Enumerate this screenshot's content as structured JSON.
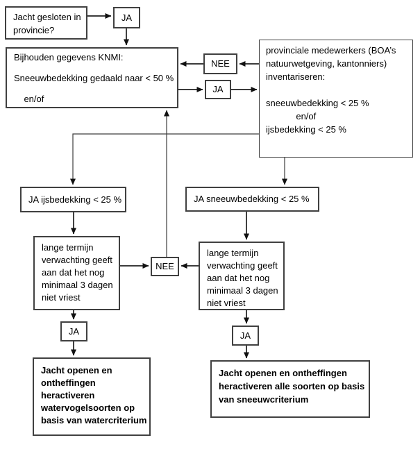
{
  "colors": {
    "box_border": "#404040",
    "line": "#1f1f1f",
    "background": "#ffffff",
    "text": "#000000"
  },
  "nodes": {
    "start": "Jacht gesloten in\nprovincie?",
    "ja_top": "JA",
    "knmi": "Bijhouden gegevens KNMI:\n\nSneeuwbedekking gedaald naar < 50 %\n\n    en/of",
    "nee_top": "NEE",
    "ja_mid": "JA",
    "provincial": "provinciale medewerkers (BOA’s\nnatuurwetgeving, kantonniers)\ninventariseren:\n\nsneeuwbedekking < 25 %\n            en/of\nijsbedekking < 25 %",
    "ja_ijs": "JA ijsbedekking < 25 %",
    "ja_sneeuw": "JA sneeuwbedekking < 25 %",
    "lange_left": "lange termijn\nverwachting geeft\naan dat het nog\nminimaal 3 dagen\nniet vriest",
    "nee_mid": "NEE",
    "lange_right": "lange termijn\nverwachting geeft\naan dat het nog\nminimaal 3 dagen\nniet vriest",
    "ja_bottom_left": "JA",
    "ja_bottom_right": "JA",
    "result_left": "Jacht openen en\nontheffingen\nheractiveren\nwatervogelsoorten op\nbasis van watercriterium",
    "result_right": "Jacht openen en ontheffingen\nheractiveren alle soorten op basis\nvan sneeuwcriterium"
  }
}
